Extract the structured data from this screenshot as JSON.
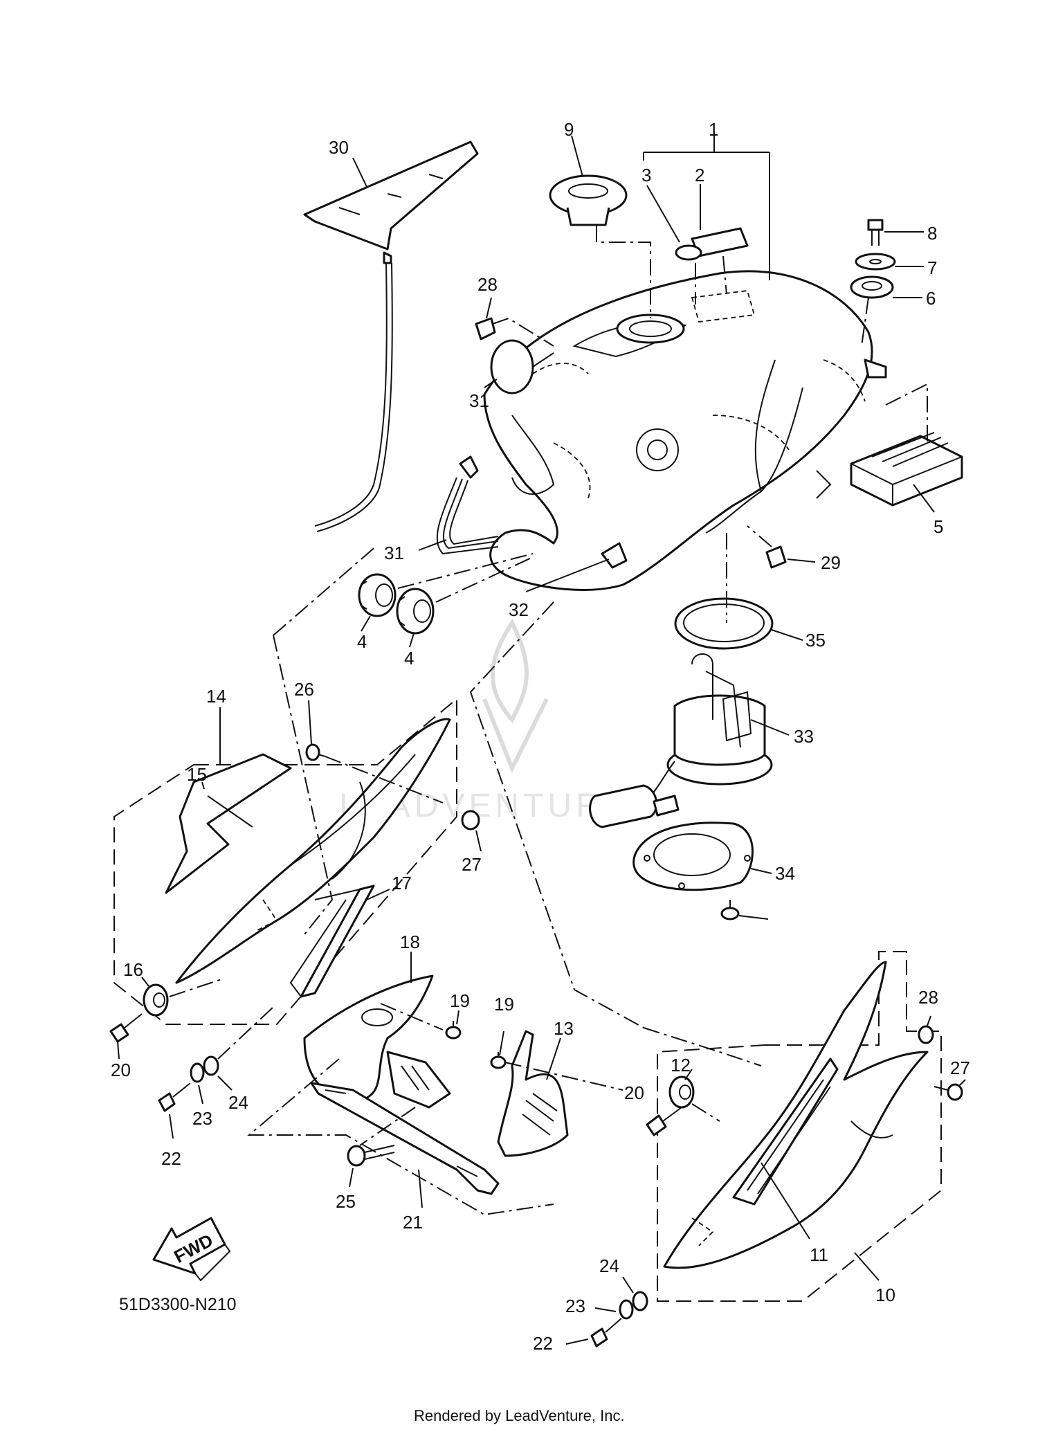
{
  "diagram": {
    "callouts": [
      "1",
      "2",
      "3",
      "4",
      "4",
      "5",
      "6",
      "7",
      "8",
      "9",
      "10",
      "11",
      "12",
      "13",
      "14",
      "15",
      "16",
      "17",
      "18",
      "19",
      "19",
      "20",
      "20",
      "21",
      "22",
      "22",
      "23",
      "23",
      "24",
      "24",
      "25",
      "26",
      "27",
      "27",
      "28",
      "28",
      "29",
      "30",
      "31",
      "31",
      "32",
      "33",
      "34",
      "35"
    ],
    "fwd_label": "FWD",
    "diagram_code": "51D3300-N210",
    "credit": "Rendered by LeadVenture, Inc.",
    "watermark": "LEADVENTURE"
  }
}
